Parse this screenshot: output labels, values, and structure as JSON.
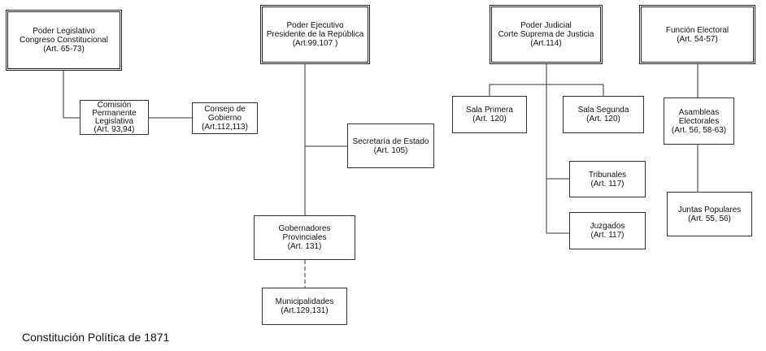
{
  "caption": "Constitución Política de 1871",
  "boxes": {
    "legislativo": {
      "lines": [
        "Poder Legislativo",
        "Congreso Constitucional",
        "(Art. 65-73)"
      ]
    },
    "comision": {
      "lines": [
        "Comisión",
        "Permanente",
        "Legislativa",
        "(Art. 93,94)"
      ]
    },
    "consejo": {
      "lines": [
        "Consejo de",
        "Gobierno",
        "(Art.112,113)"
      ]
    },
    "ejecutivo": {
      "lines": [
        "Poder Ejecutivo",
        "Presidente de la República",
        "(Art.99,107 )"
      ]
    },
    "secretaria": {
      "lines": [
        "Secretaría de Estado",
        "(Art. 105)"
      ]
    },
    "gobernadores": {
      "lines": [
        "Gobernadores",
        "Provinciales",
        "(Art. 131)"
      ]
    },
    "municipalidades": {
      "lines": [
        "Municipalidades",
        "(Art.129,131)"
      ]
    },
    "judicial": {
      "lines": [
        "Poder Judicial",
        "Corte Suprema de Justicia",
        "(Art.114)"
      ]
    },
    "sala_primera": {
      "lines": [
        "Sala Primera",
        "(Art. 120)"
      ]
    },
    "sala_segunda": {
      "lines": [
        "Sala Segunda",
        "(Art. 120)"
      ]
    },
    "tribunales": {
      "lines": [
        "Tribunales",
        "(Art. 117)"
      ]
    },
    "juzgados": {
      "lines": [
        "Juzgados",
        "(Art. 117)"
      ]
    },
    "electoral": {
      "lines": [
        "Función Electoral",
        "(Art. 54-57)"
      ]
    },
    "asambleas": {
      "lines": [
        "Asambleas",
        "Electorales",
        "(Art. 56, 58-63)"
      ]
    },
    "juntas": {
      "lines": [
        "Juntas Populares",
        "(Art. 55, 56)"
      ]
    }
  }
}
